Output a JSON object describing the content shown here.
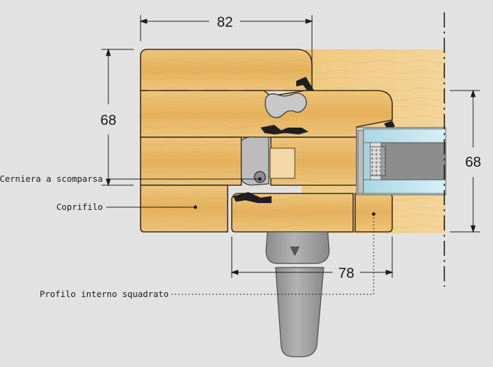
{
  "dimensions": {
    "top_width": "82",
    "left_height": "68",
    "right_height": "68",
    "bottom_width": "78"
  },
  "labels": {
    "hinge": "Cerniera a scomparsa",
    "cover_strip": "Coprifilo",
    "inner_profile": "Profilo interno squadrato"
  },
  "colors": {
    "background": "#e2e2e2",
    "wood": "#e6b462",
    "wood_light": "#f0cb86",
    "wood_outline": "#3a2a1a",
    "glass": "#bfe3ec",
    "spacer": "#7d7d7d",
    "metal": "#b9b9b9",
    "handle": "#9a9a9a",
    "gasket": "#1f1f1f"
  }
}
